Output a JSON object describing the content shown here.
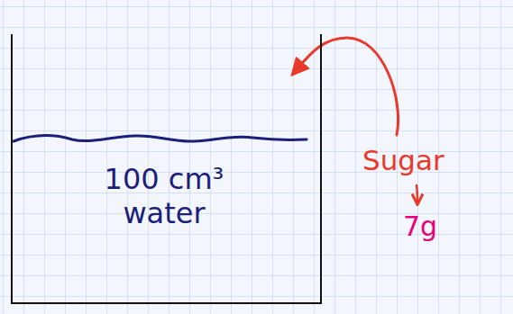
{
  "diagram": {
    "nodes": [
      {
        "text": [
          "100 cm³ water"
        ]
      }
    ],
    "labels": [
      "Sugar",
      "7g"
    ]
  }
}
